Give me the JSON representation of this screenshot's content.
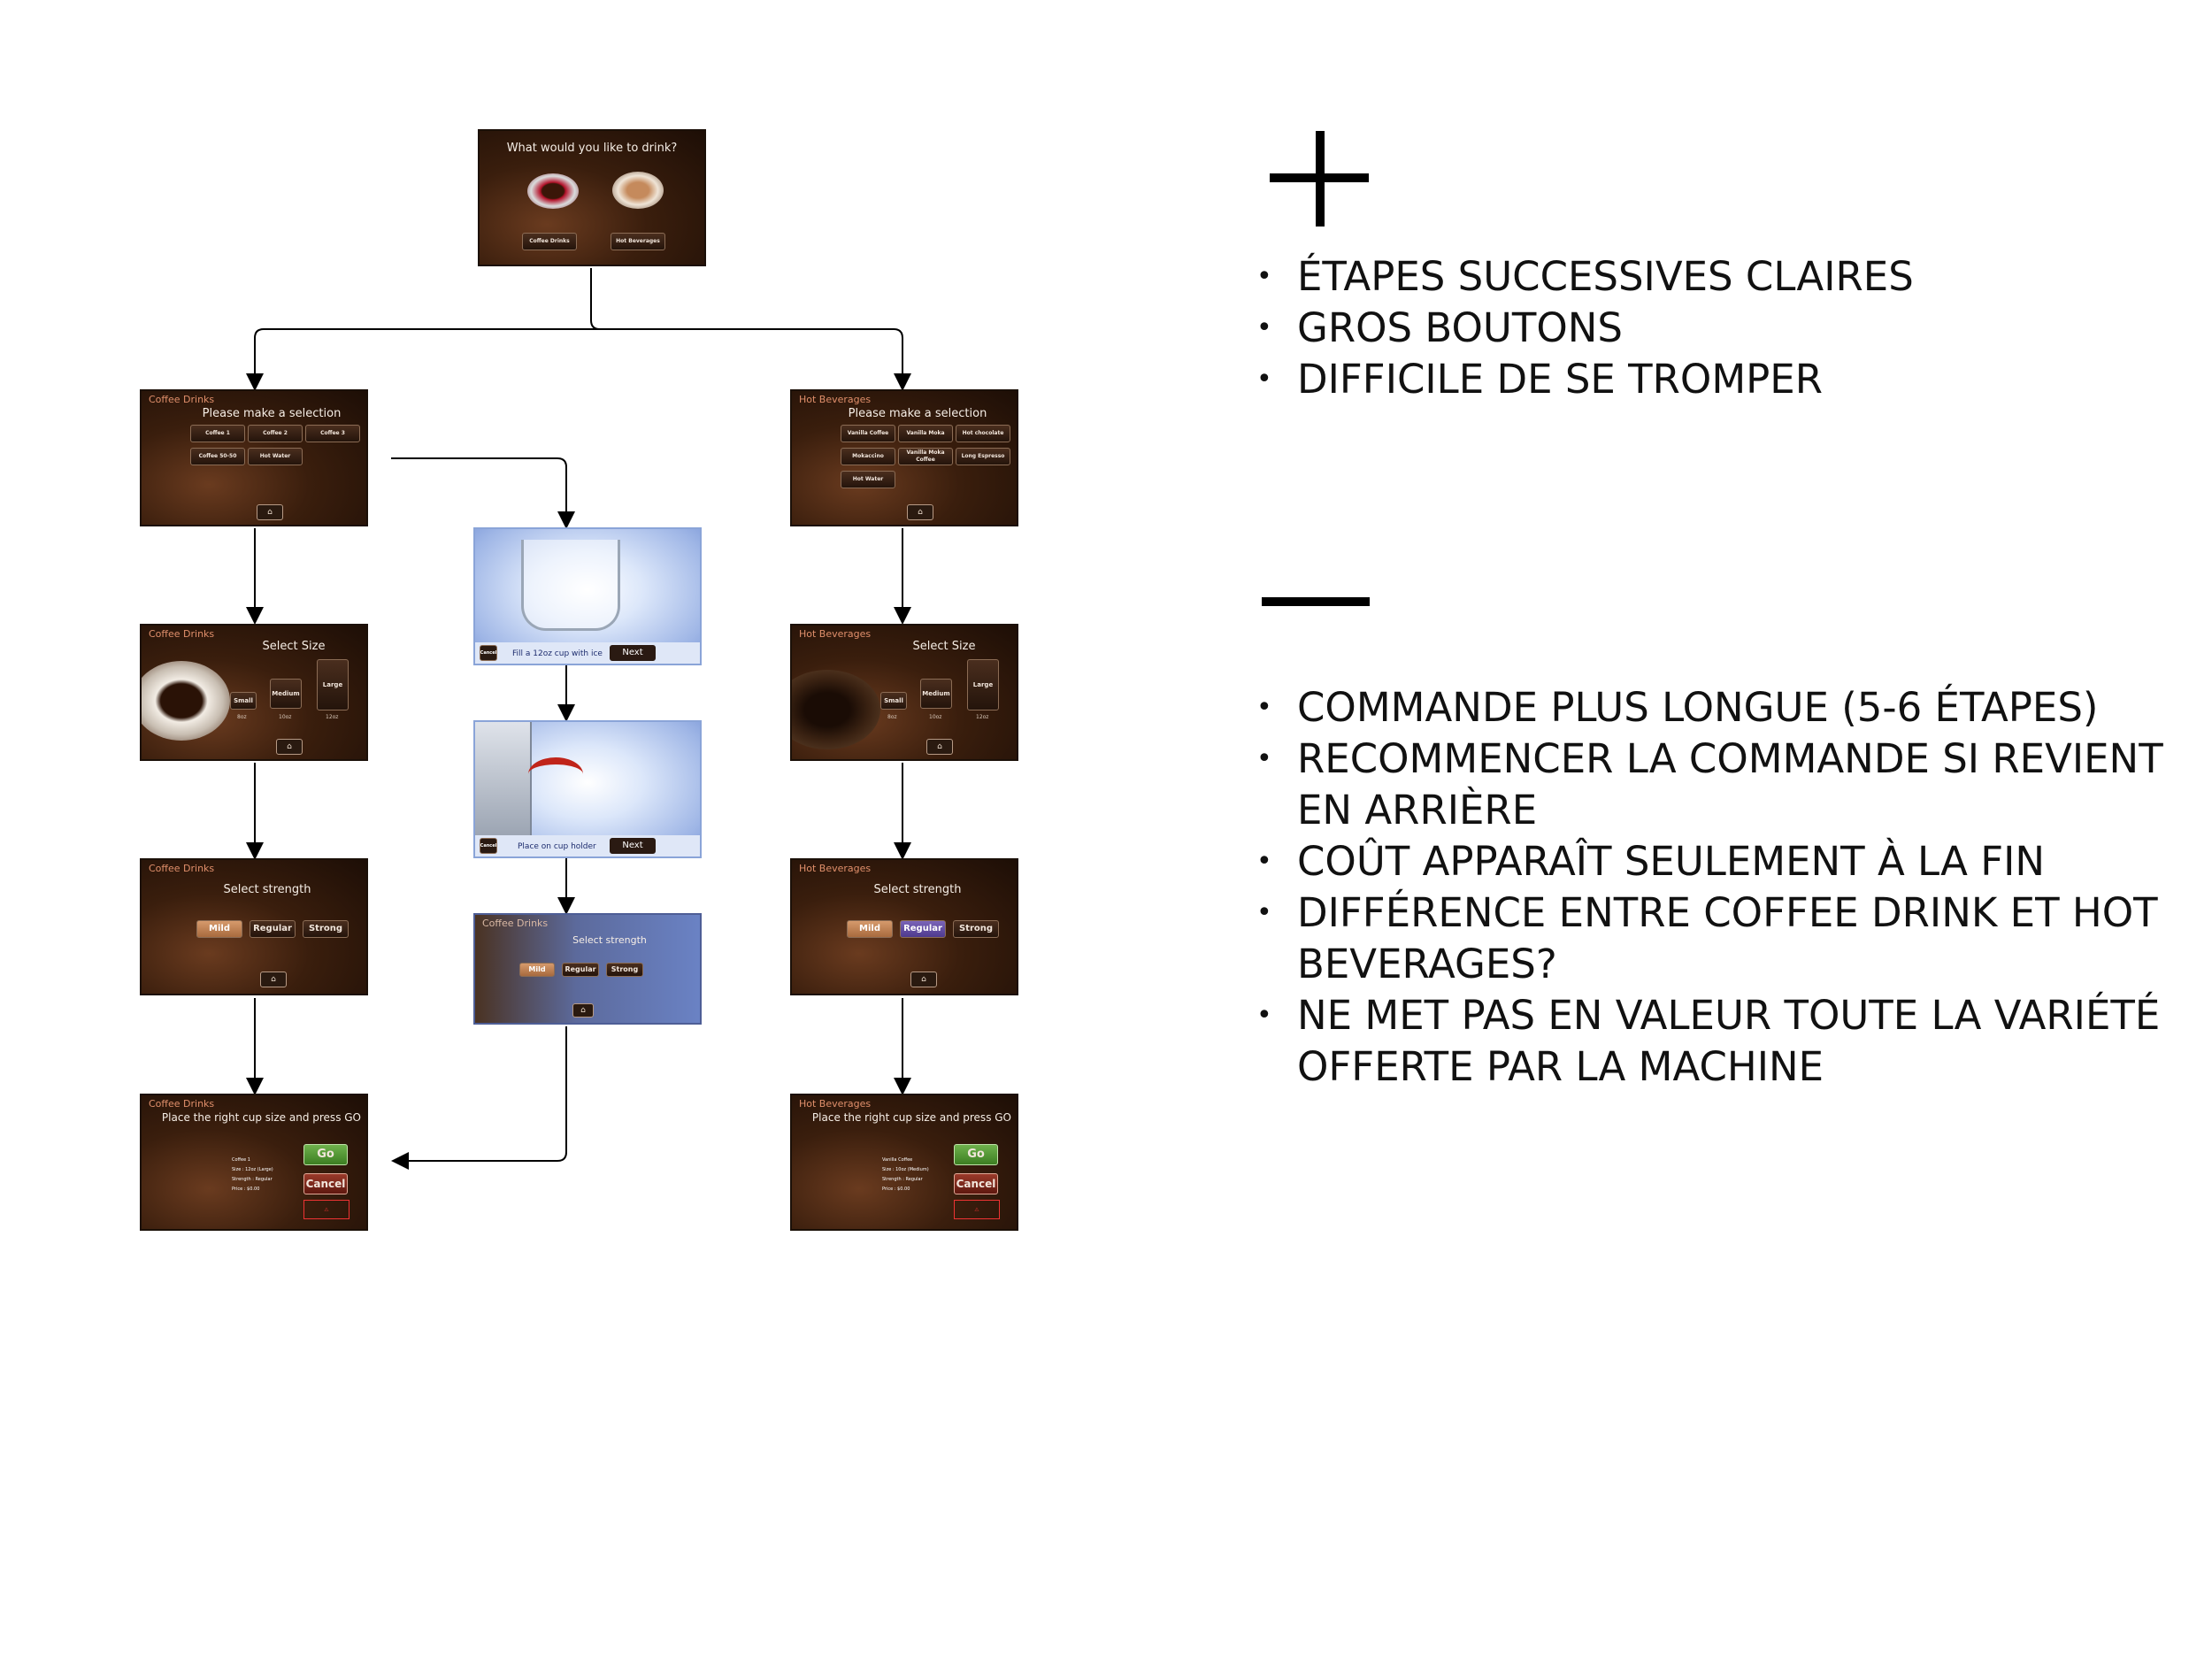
{
  "start": {
    "title": "What would you like to drink?",
    "btn_coffee": "Coffee Drinks",
    "btn_hot": "Hot Beverages"
  },
  "coffee": {
    "category": "Coffee Drinks",
    "selection_title": "Please make a selection",
    "items": [
      "Coffee 1",
      "Coffee 2",
      "Coffee 3",
      "Coffee 50-50",
      "Hot Water"
    ],
    "size_title": "Select Size",
    "strength_title": "Select strength",
    "go_title": "Place the right cup size and press GO",
    "summary": [
      "Coffee 1",
      "Size : 12oz (Large)",
      "Strength : Regular",
      "Price : $0.00"
    ]
  },
  "hot": {
    "category": "Hot Beverages",
    "selection_title": "Please make a selection",
    "items": [
      "Vanilla Coffee",
      "Vanilla Moka",
      "Hot chocolate",
      "Mokaccino",
      "Vanilla Moka Coffee",
      "Long Espresso",
      "Hot Water"
    ],
    "size_title": "Select Size",
    "strength_title": "Select strength",
    "go_title": "Place the right cup size and press GO",
    "summary": [
      "Vanilla Coffee",
      "Size : 10oz (Medium)",
      "Strength : Regular",
      "Price : $0.00"
    ]
  },
  "sizes": {
    "small": "Small",
    "medium": "Medium",
    "large": "Large",
    "small_oz": "8oz",
    "medium_oz": "10oz",
    "large_oz": "12oz"
  },
  "strength": {
    "mild": "Mild",
    "regular": "Regular",
    "strong": "Strong"
  },
  "buttons": {
    "go": "Go",
    "cancel": "Cancel",
    "next": "Next",
    "cancel_small": "Cancel",
    "home": "⌂"
  },
  "ice": {
    "fill_text": "Fill a 12oz cup with ice",
    "place_text": "Place on cup holder",
    "category": "Coffee Drinks",
    "strength_title": "Select strength"
  },
  "pros": {
    "symbol": "+",
    "items": [
      "ÉTAPES SUCCESSIVES CLAIRES",
      "GROS BOUTONS",
      "DIFFICILE DE SE TROMPER"
    ]
  },
  "cons": {
    "symbol": "—",
    "items": [
      "COMMANDE PLUS LONGUE (5-6 ÉTAPES)",
      "RECOMMENCER LA COMMANDE SI REVIENT EN ARRIÈRE",
      "COÛT APPARAÎT SEULEMENT À LA FIN",
      "DIFFÉRENCE ENTRE COFFEE DRINK ET HOT BEVERAGES?",
      "NE MET PAS EN VALEUR TOUTE LA VARIÉTÉ OFFERTE PAR LA MACHINE"
    ]
  }
}
